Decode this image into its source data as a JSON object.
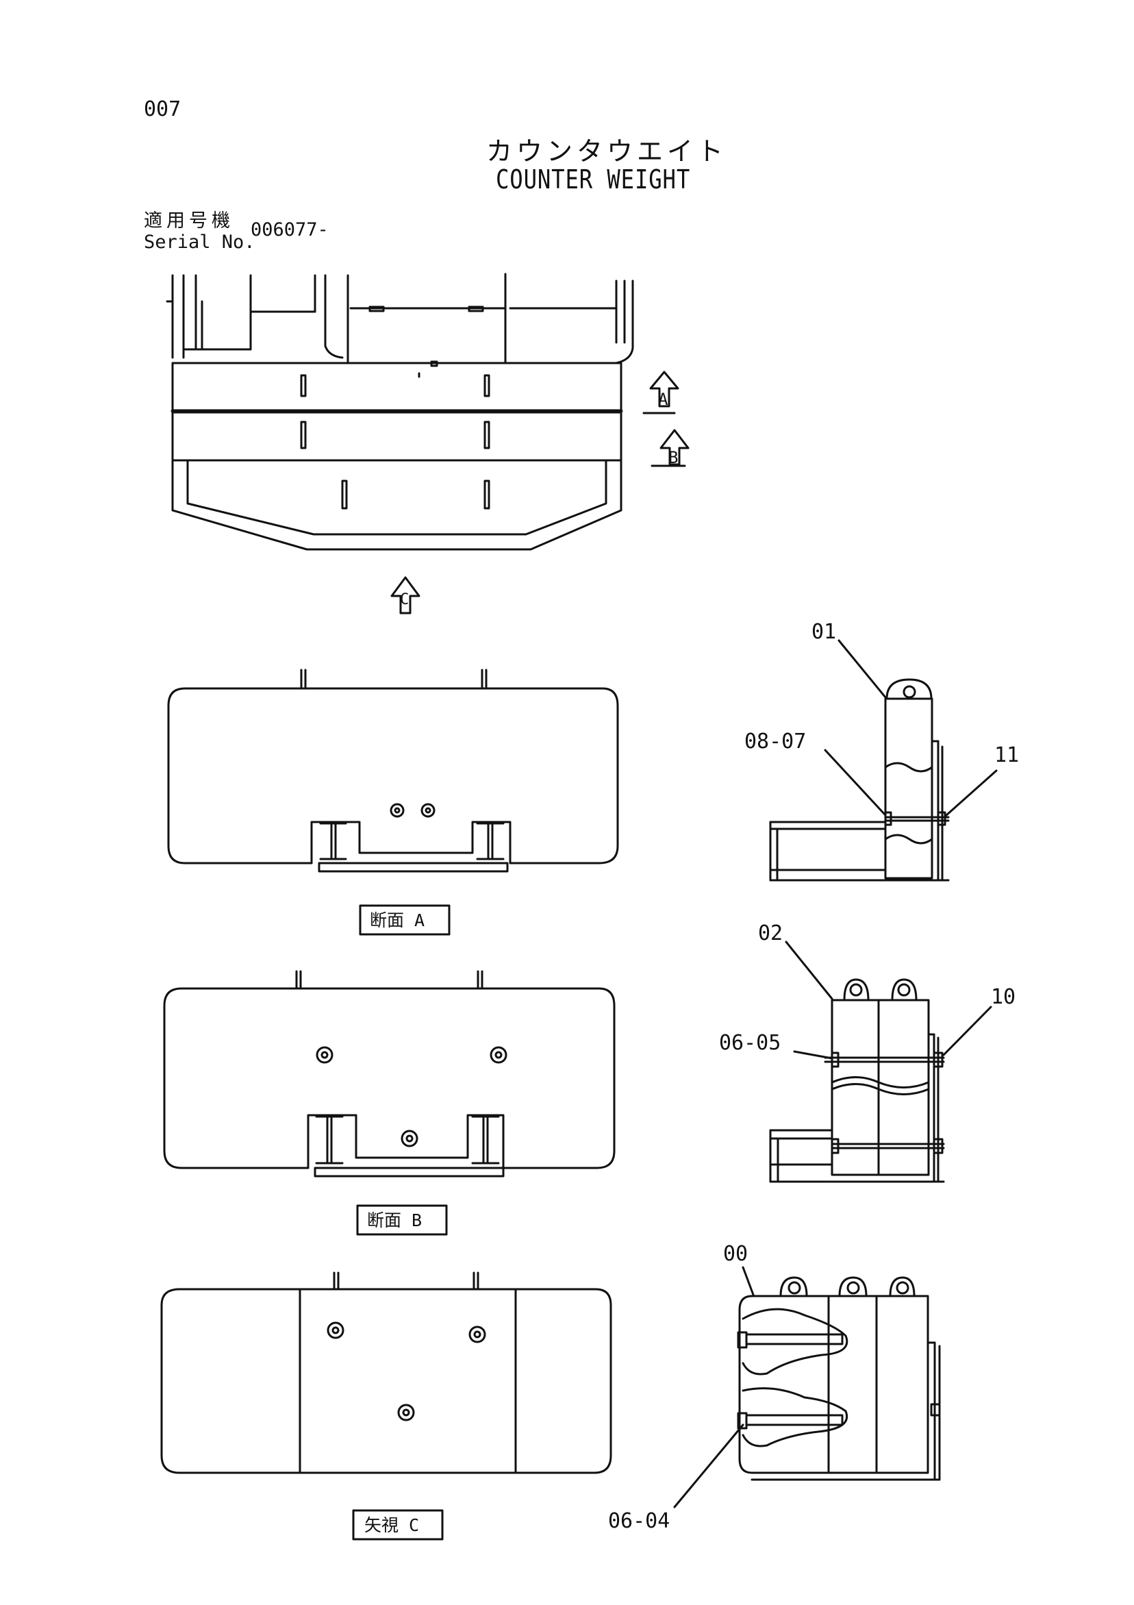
{
  "header": {
    "page_number": "007",
    "title_jp": "カウンタウエイト",
    "title_en": "COUNTER WEIGHT",
    "serial_label_jp": "適用号機",
    "serial_label_en": "Serial No.",
    "serial_value": "006077-"
  },
  "view_markers": {
    "a": "A",
    "b": "B",
    "c": "C"
  },
  "section_labels": {
    "section_a": "断面 A",
    "section_b": "断面 B",
    "view_c": "矢視 C"
  },
  "callouts": {
    "c01": "01",
    "c08_07": "08-07",
    "c11": "11",
    "c02": "02",
    "c06_05": "06-05",
    "c10": "10",
    "c00": "00",
    "c06_04": "06-04"
  }
}
